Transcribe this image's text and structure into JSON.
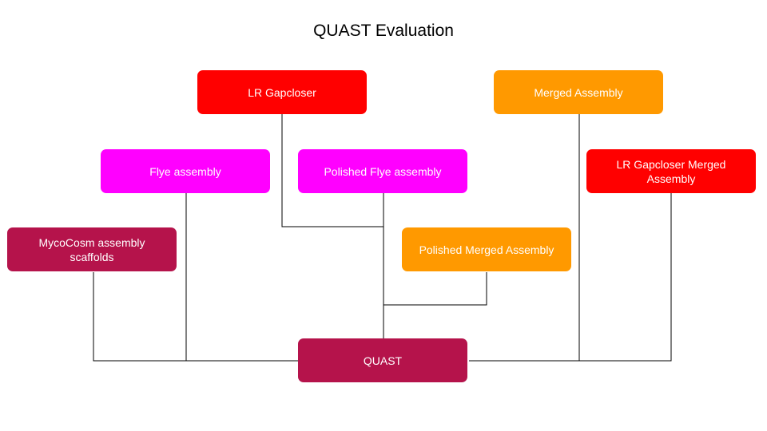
{
  "title": "QUAST Evaluation",
  "nodes": {
    "lr_gapcloser": "LR Gapcloser",
    "merged_assembly": "Merged Assembly",
    "flye_assembly": "Flye assembly",
    "polished_flye_assembly": "Polished Flye assembly",
    "lr_gapcloser_merged_assembly": "LR Gapcloser Merged Assembly",
    "mycocosm_assembly_scaffolds": "MycoCosm assembly scaffolds",
    "polished_merged_assembly": "Polished Merged Assembly",
    "quast": "QUAST"
  },
  "colors": {
    "red": "#ff0000",
    "orange": "#ff9900",
    "magenta": "#ff00ff",
    "crimson": "#b5134b",
    "connector": "#000000"
  }
}
